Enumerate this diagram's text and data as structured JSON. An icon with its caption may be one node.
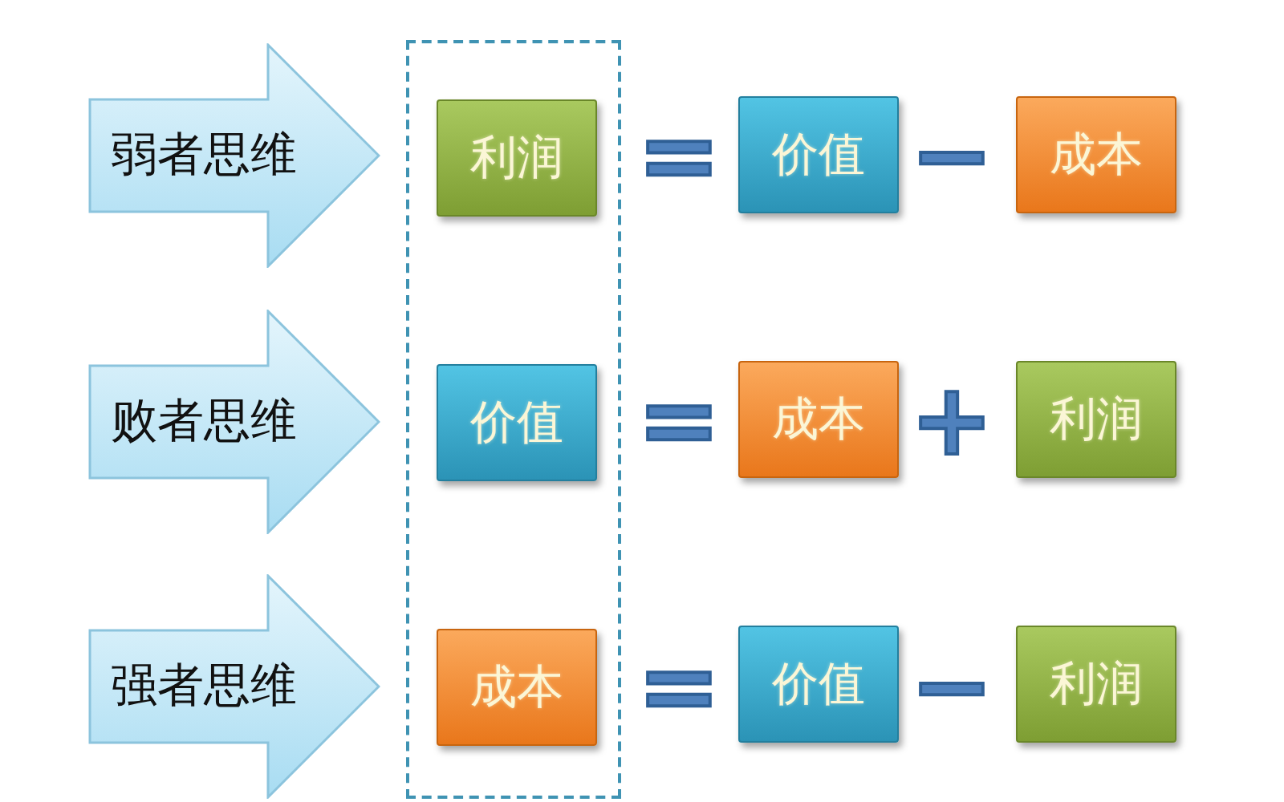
{
  "diagram": {
    "nodes": [
      {
        "text": [
          "弱者思维"
        ]
      },
      {
        "text": [],
        "shape": "box"
      },
      {
        "text": [
          "利润"
        ],
        "in": 1
      },
      {
        "text": [
          "价值"
        ]
      },
      {
        "text": [
          "成本"
        ]
      },
      {
        "text": [
          "败者思维"
        ]
      },
      {
        "text": [
          "价值"
        ],
        "in": 1
      },
      {
        "text": [
          "成本"
        ]
      },
      {
        "text": [
          "利润"
        ]
      },
      {
        "text": [
          "强者思维"
        ]
      },
      {
        "text": [
          "成本"
        ],
        "in": 1
      },
      {
        "text": [
          "价值"
        ]
      },
      {
        "text": [
          "利润"
        ]
      }
    ],
    "labels": [
      "=",
      "−",
      "=",
      "+",
      "=",
      "−"
    ]
  }
}
